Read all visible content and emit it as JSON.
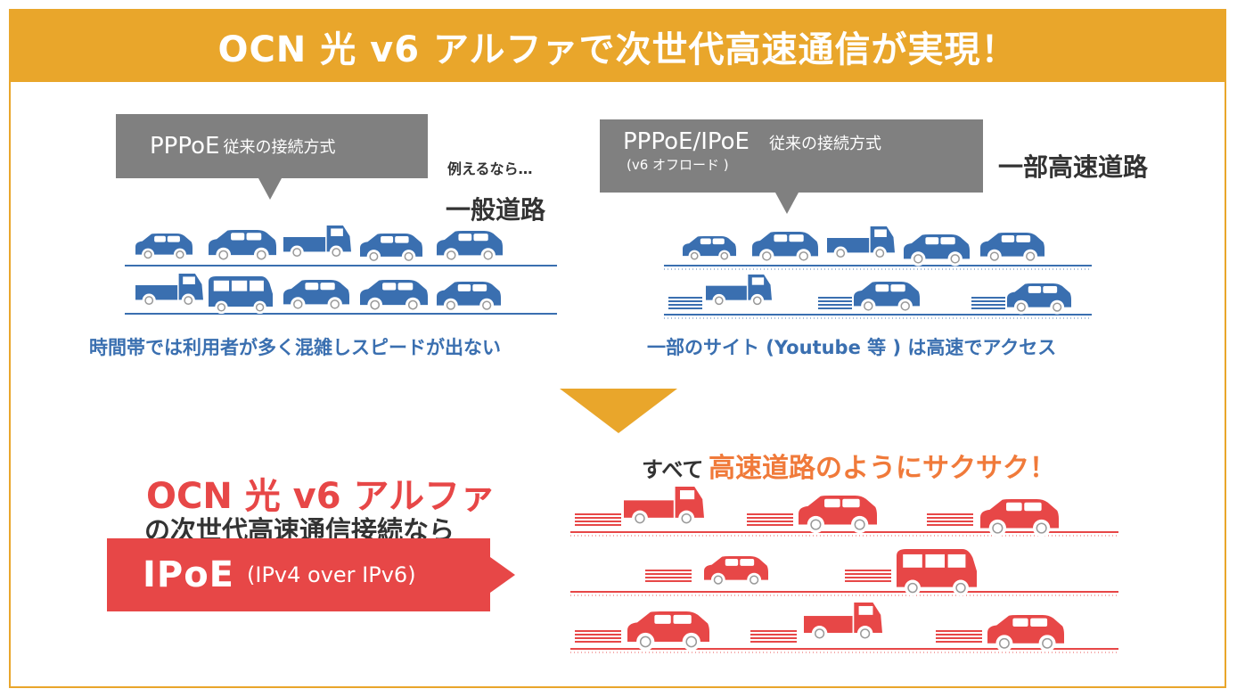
{
  "title": "OCN 光 v6 アルファで次世代高速通信が実現！",
  "left_panel": {
    "bubble_label": "PPPoE",
    "bubble_sub": "従来の接続方式",
    "note": "例えるなら…",
    "road_label": "一般道路",
    "caption": "時間帯では利用者が多く混雑しスピードが出ない"
  },
  "right_panel": {
    "bubble_label": "PPPoE/IPoE",
    "bubble_sub": "従来の接続方式",
    "bubble_sub2": "(v6 オフロード )",
    "road_label": "一部高速道路",
    "caption": "一部のサイト (Youtube 等 ) は高速でアクセス"
  },
  "bottom": {
    "headline": "OCN 光 v6 アルファ",
    "subline": "の次世代高速通信接続なら",
    "box_main": "IPoE",
    "box_sub": "(IPv4 over IPv6)",
    "tagline_prefix": "すべて",
    "tagline_highlight": "高速道路のようにサクサク！"
  },
  "colors": {
    "banner": "#e9a62b",
    "bubble": "#808080",
    "blue": "#3a6fb0",
    "red": "#e74747",
    "arrow": "#e9a62b"
  },
  "icons": [
    "car-icon",
    "truck-icon",
    "van-icon",
    "down-arrow-icon",
    "speed-lines-icon"
  ]
}
